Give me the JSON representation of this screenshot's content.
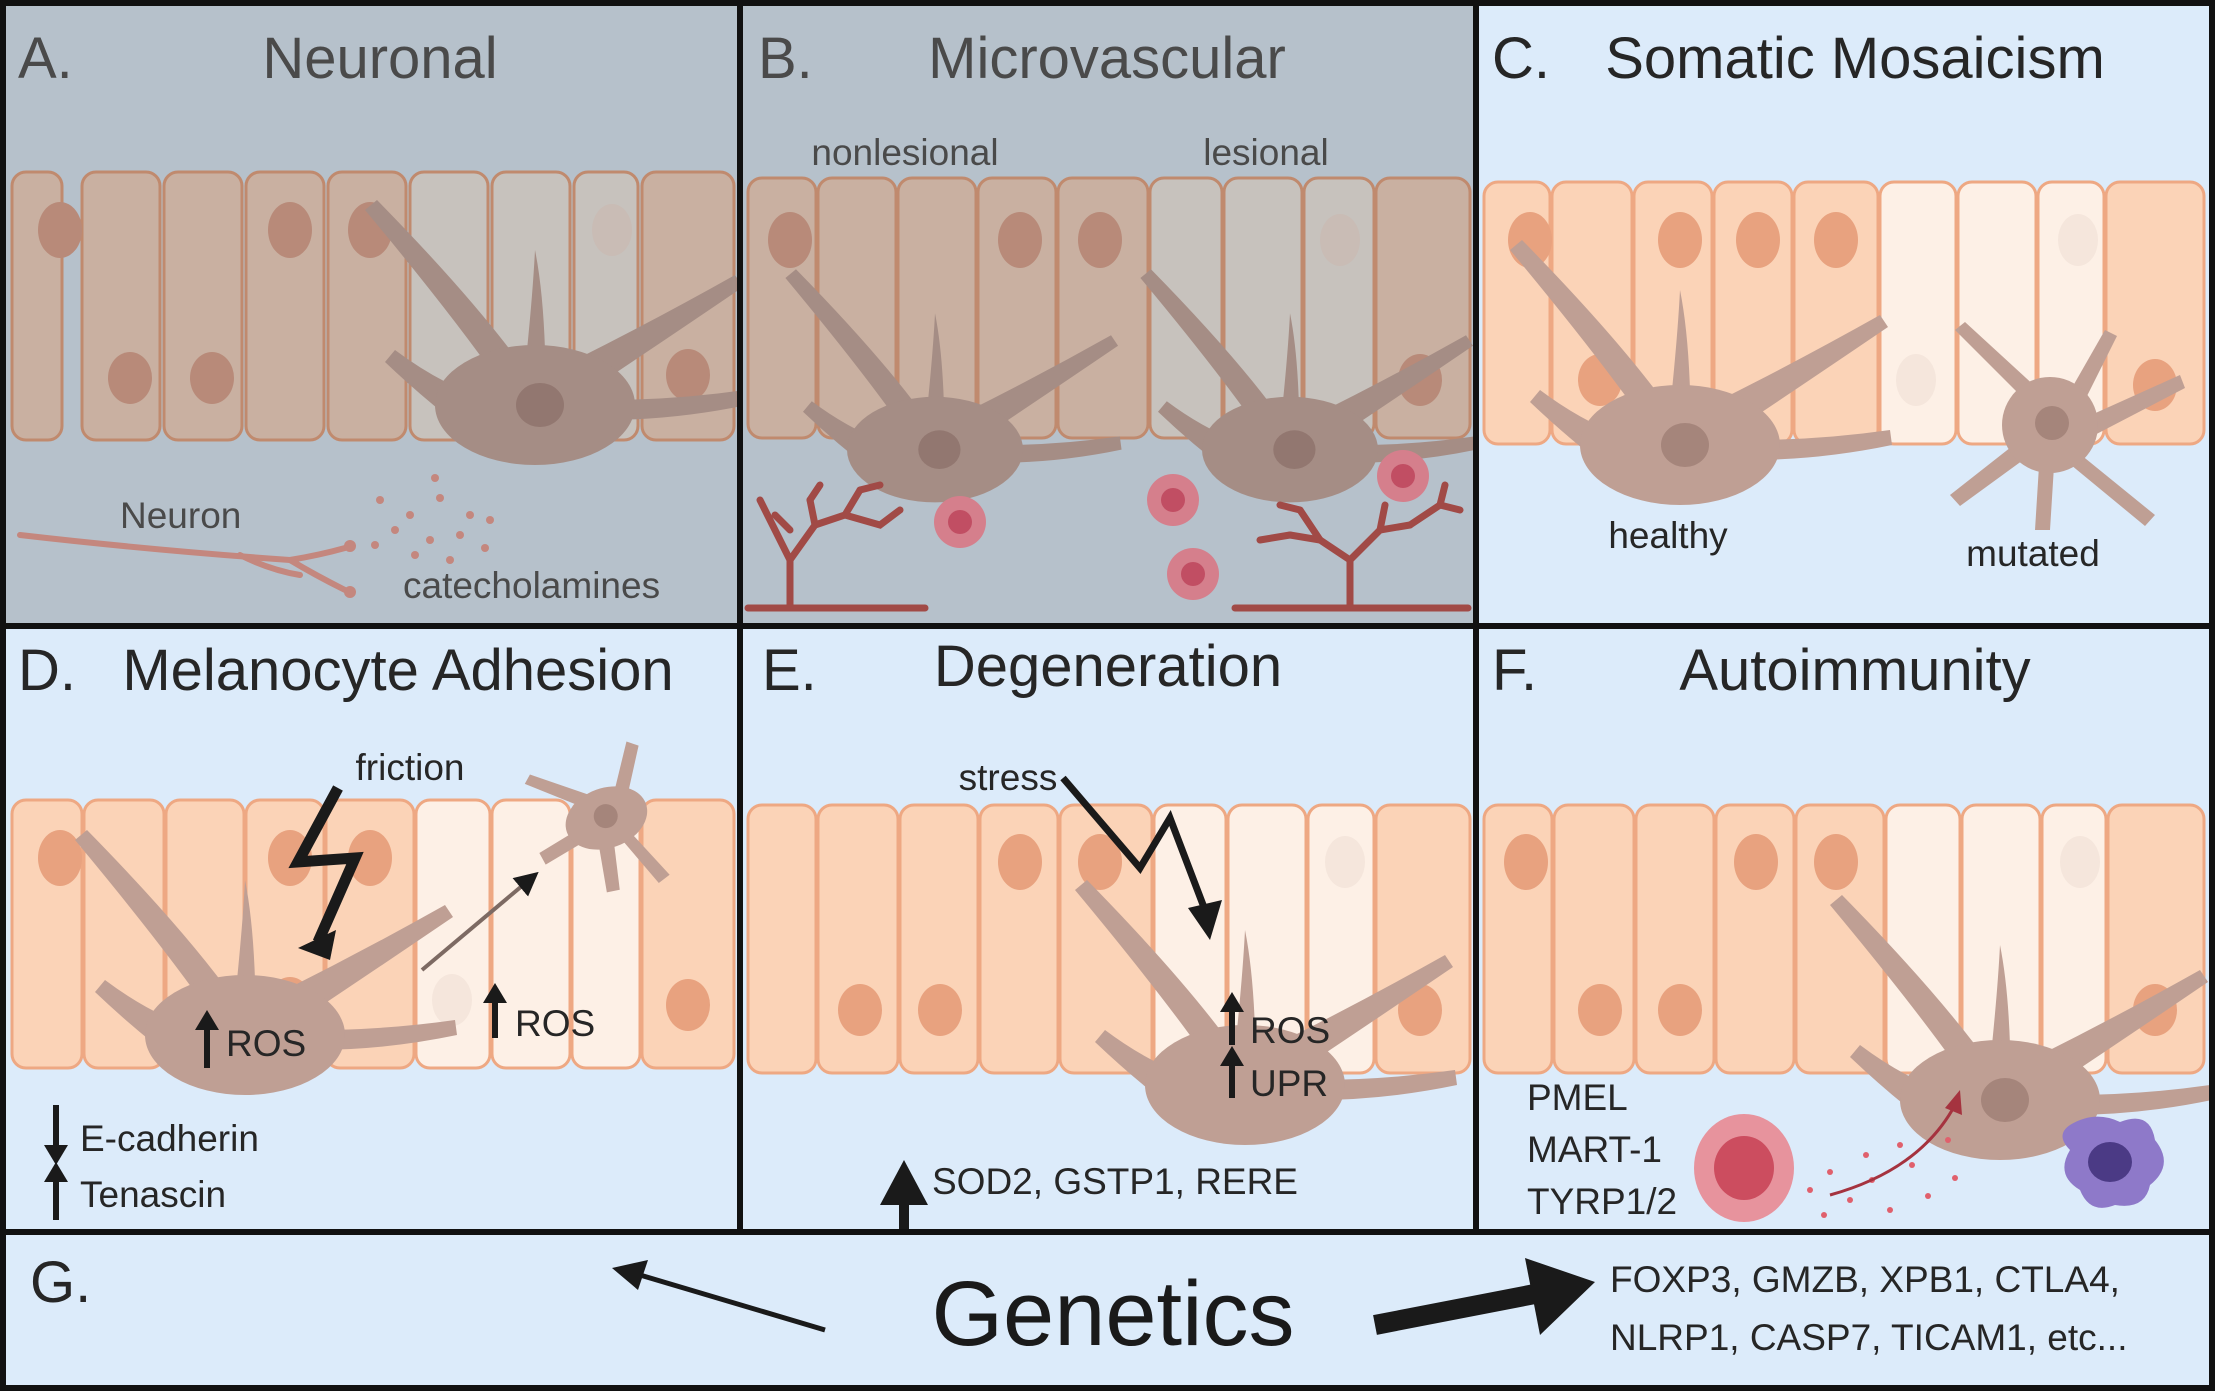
{
  "panels": {
    "a": {
      "letter": "A.",
      "title": "Neuronal",
      "neuron": "Neuron",
      "catecholamines": "catecholamines"
    },
    "b": {
      "letter": "B.",
      "title": "Microvascular",
      "nonlesional": "nonlesional",
      "lesional": "lesional"
    },
    "c": {
      "letter": "C.",
      "title": "Somatic Mosaicism",
      "healthy": "healthy",
      "mutated": "mutated"
    },
    "d": {
      "letter": "D.",
      "title": "Melanocyte Adhesion",
      "friction": "friction",
      "ros1": "ROS",
      "ros2": "ROS",
      "ecadherin": "E-cadherin",
      "tenascin": "Tenascin"
    },
    "e": {
      "letter": "E.",
      "title": "Degeneration",
      "stress": "stress",
      "ros": "ROS",
      "upr": "UPR",
      "genes": "SOD2, GSTP1, RERE"
    },
    "f": {
      "letter": "F.",
      "title": "Autoimmunity",
      "antigen1": "PMEL",
      "antigen2": "MART-1",
      "antigen3": "TYRP1/2"
    },
    "g": {
      "letter": "G.",
      "title": "Genetics",
      "genes_line1": "FOXP3, GMZB, XPB1, CTLA4,",
      "genes_line2": "NLRP1, CASP7, TICAM1, etc..."
    }
  },
  "colors": {
    "grey_panel": "#b6c1cb",
    "blue_panel": "#dcebfa",
    "cell": "#fbd3b7",
    "cell_pale": "#fdf0e6",
    "melanocyte": "#bf9f94",
    "vessel": "#a14a46",
    "blood_cell": "#e07f8f",
    "macrophage": "#8e79c9"
  }
}
